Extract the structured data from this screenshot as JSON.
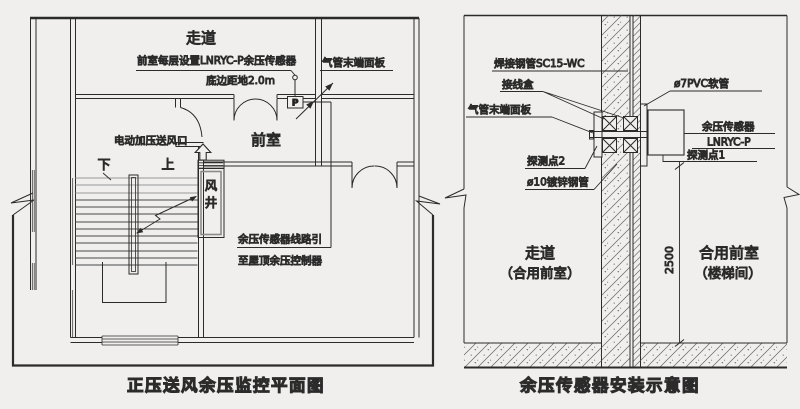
{
  "canvas": {
    "background": "#f0efed",
    "line_color": "#2b2b2b",
    "hatch_color": "#6a6a6a"
  },
  "left_plan": {
    "title": "正压送风余压监控平面图",
    "labels": {
      "corridor": "走道",
      "sensor_note": "前室每层设置LNRYC-P余压传感器",
      "height_note": "底边距地2.0m",
      "panel_label": "气管末端面板",
      "front_room": "前室",
      "supply_outlet": "电动加压送风口",
      "down": "下",
      "up": "上",
      "wind_shaft": [
        "风",
        "井"
      ],
      "sensor_symbol": "P",
      "wiring_note_line1": "余压传感器线路引",
      "wiring_note_line2": "至屋顶余压控制器"
    }
  },
  "right_section": {
    "title": "余压传感器安装示意图",
    "labels": {
      "welded_pipe": "焊接钢管SC15-WC",
      "junction_box": "接线盒",
      "panel_label": "气管末端面板",
      "detect_point2": "探测点2",
      "galvanized_pipe": "ø10镀锌钢管",
      "pvc_hose": "ø7PVC软管",
      "sensor": "余压传感器",
      "sensor_model": "LNRYC-P",
      "detect_point1": "探测点1",
      "dim_2500": "2500",
      "corridor": [
        "走道",
        "（合用前室）"
      ],
      "front_room": [
        "合用前室",
        "（楼梯间）"
      ]
    }
  }
}
